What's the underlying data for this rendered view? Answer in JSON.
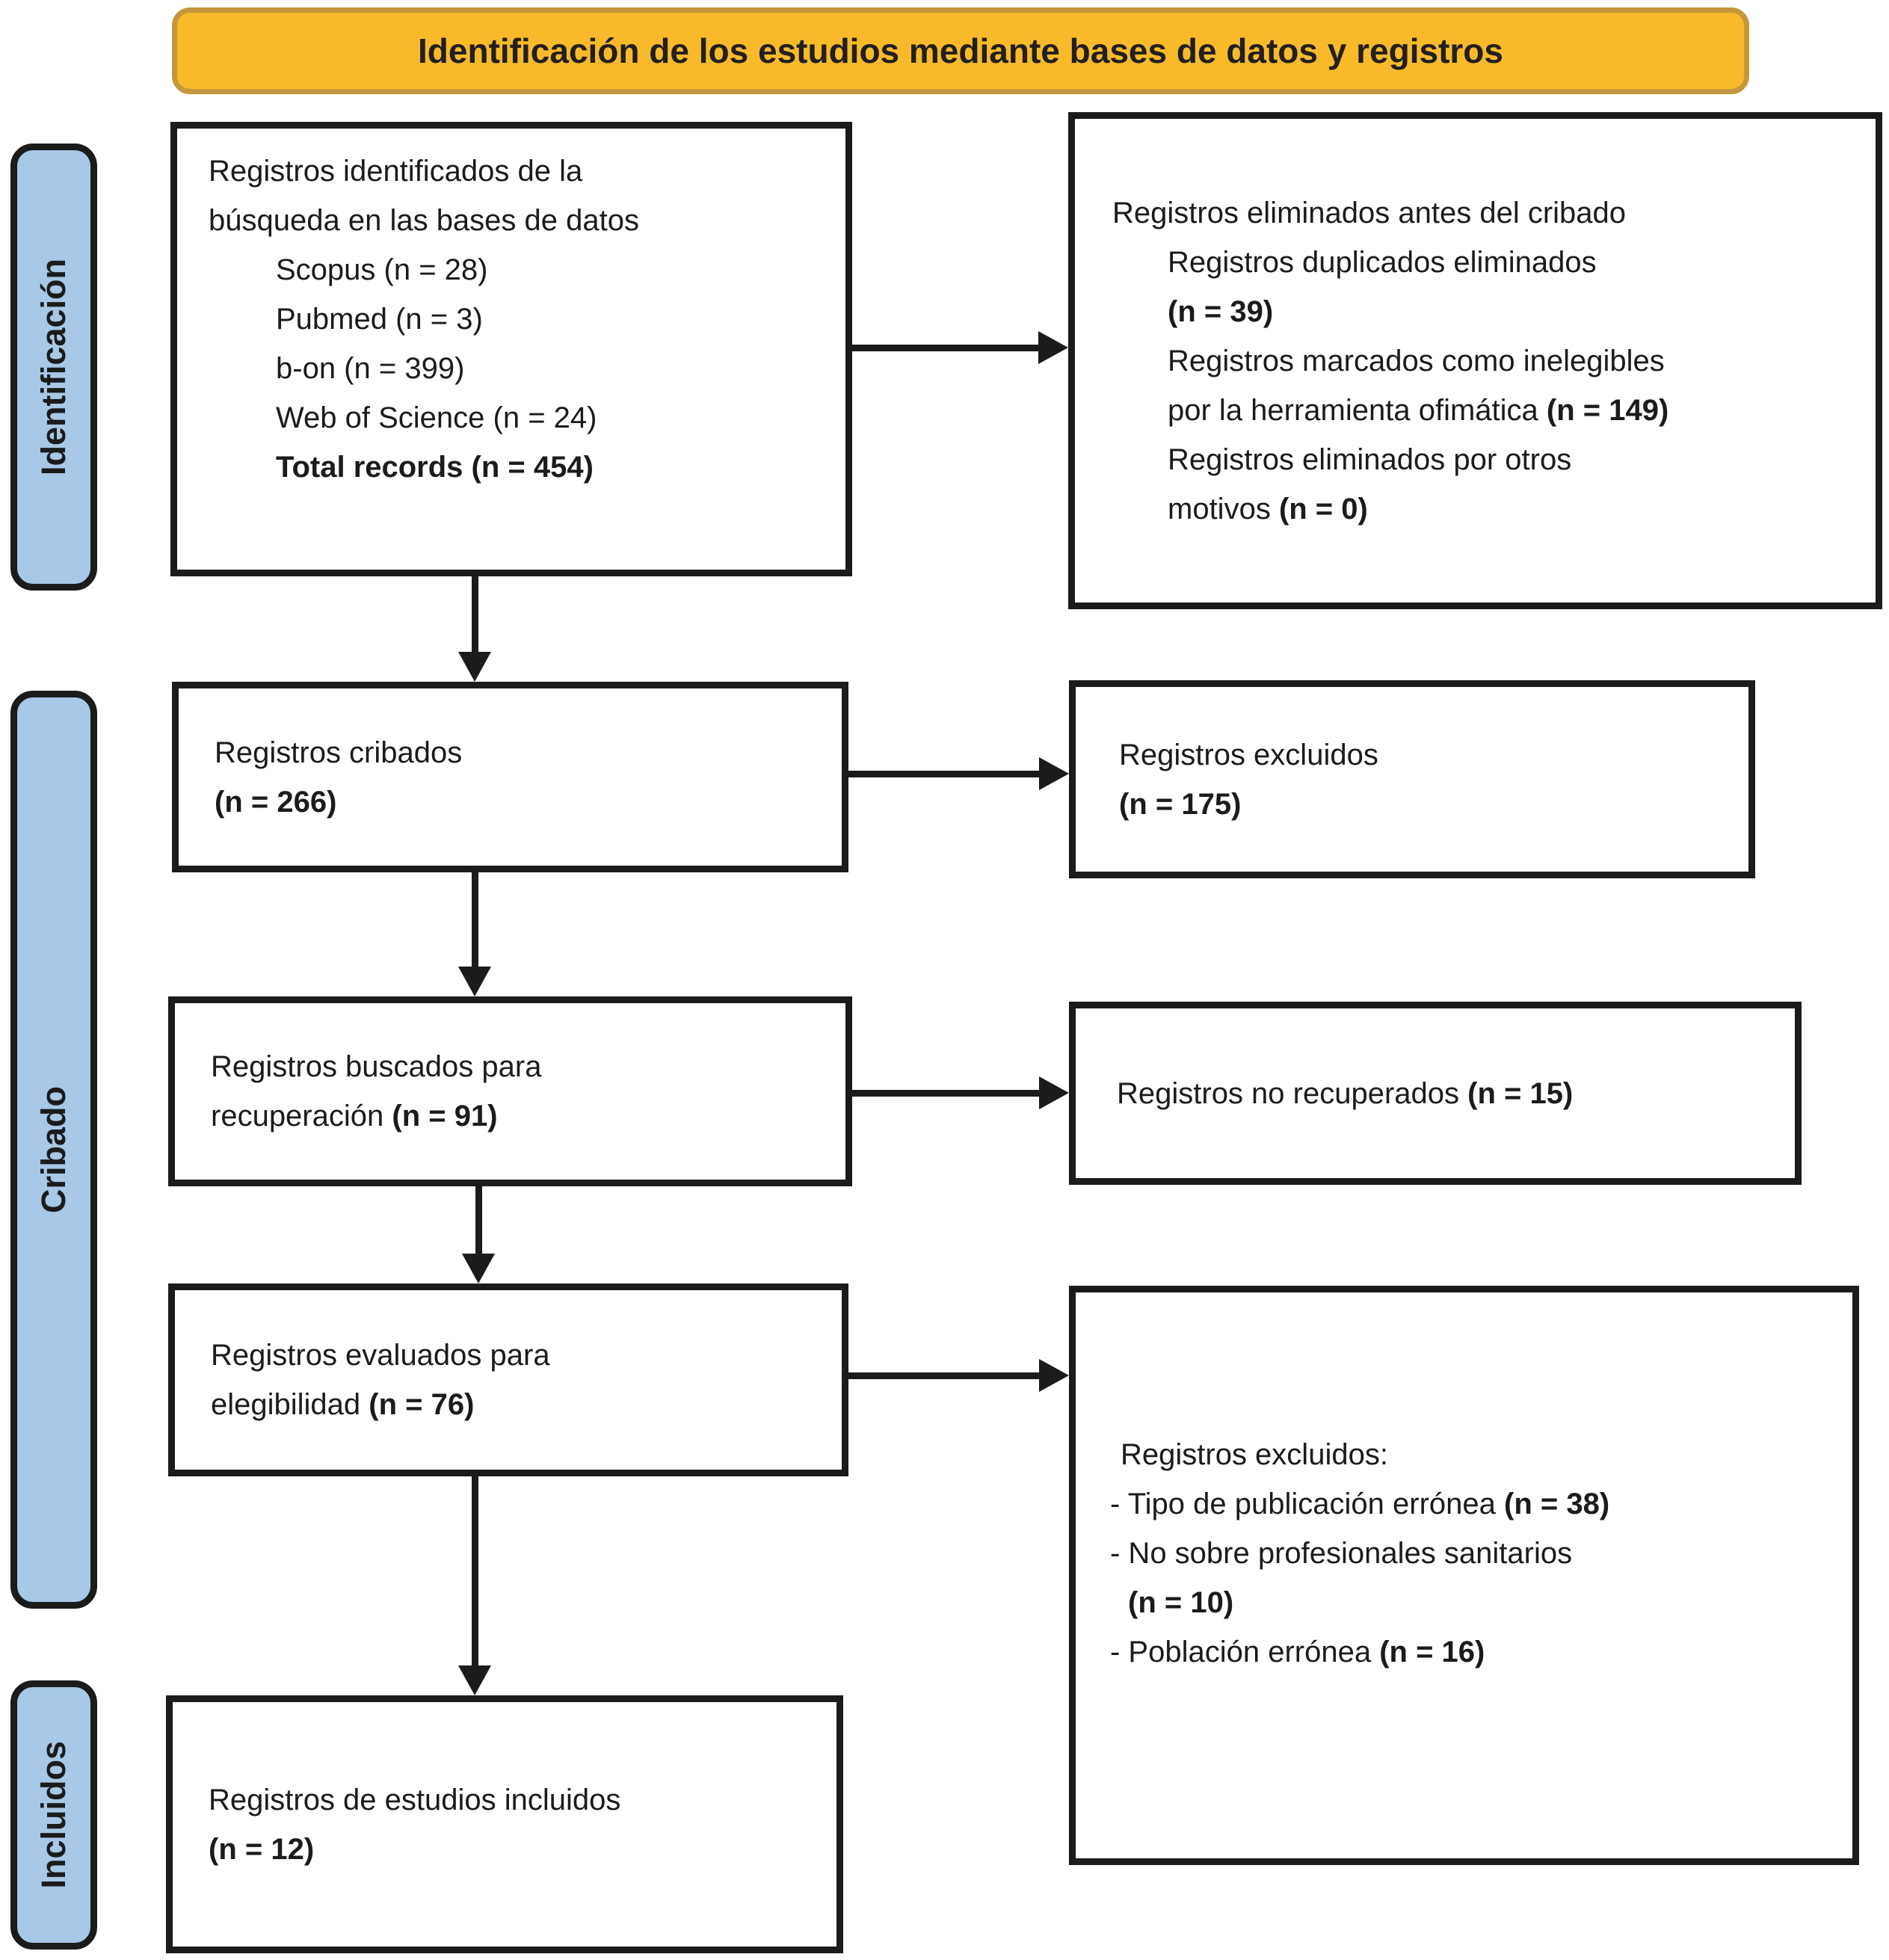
{
  "colors": {
    "banner_fill": "#F8BA2B",
    "banner_border": "#C3973B",
    "stage_fill": "#A7C8E7",
    "line": "#1B1B1B"
  },
  "banner": {
    "title": "Identificación de los estudios mediante bases de datos y registros"
  },
  "stages": {
    "identification": "Identificación",
    "screening": "Cribado",
    "included": "Incluidos"
  },
  "identified": {
    "line1": "Registros identificados de la",
    "line2": "búsqueda en las bases de datos",
    "items": [
      "Scopus (n = 28)",
      "Pubmed (n = 3)",
      "b-on (n = 399)",
      "Web of Science (n = 24)"
    ],
    "total": "Total records (n = 454)"
  },
  "removed_before": {
    "header": "Registros eliminados antes del cribado",
    "dup_label": "Registros duplicados eliminados",
    "dup_n": "(n = 39)",
    "marked_line1": "Registros marcados como inelegibles",
    "marked_line2": "por la herramienta ofimática ",
    "marked_n": "(n = 149)",
    "other_line1": "Registros eliminados por otros",
    "other_line2": "motivos ",
    "other_n": "(n = 0)"
  },
  "screened": {
    "label": "Registros cribados",
    "n": "(n = 266)"
  },
  "excluded": {
    "label": "Registros excluidos",
    "n": "(n = 175)"
  },
  "sought": {
    "line1": "Registros buscados para",
    "line2": "recuperación ",
    "n": "(n = 91)"
  },
  "not_retrieved": {
    "label": "Registros no recuperados ",
    "n": "(n = 15)"
  },
  "assessed": {
    "line1": "Registros evaluados para",
    "line2": "elegibilidad ",
    "n": "(n = 76)"
  },
  "excluded_reasons": {
    "header": "Registros excluidos:",
    "r1": "- Tipo de publicación errónea ",
    "r1_n": "(n = 38)",
    "r2": "- No sobre profesionales sanitarios",
    "r2_n": "(n = 10)",
    "r3": "- Población errónea ",
    "r3_n": "(n = 16)"
  },
  "included": {
    "label": "Registros de estudios incluidos",
    "n": "(n = 12)"
  }
}
